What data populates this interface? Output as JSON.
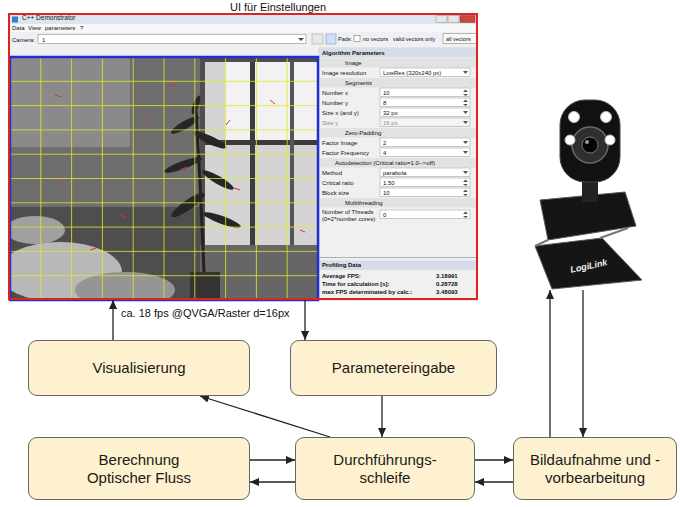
{
  "diagram": {
    "nodes": [
      {
        "text": [
          "UI für Einstellungen"
        ]
      },
      {
        "text": [
          "LogiLink"
        ]
      },
      {
        "text": [
          "Visualisierung"
        ]
      },
      {
        "text": [
          "Parametereingabe"
        ]
      },
      {
        "text": [
          "Berechnung Optischer Fluss"
        ]
      },
      {
        "text": [
          "Durchführungs- schleife"
        ]
      },
      {
        "text": [
          "Bildaufnahme und -vorbearbeitung"
        ]
      }
    ],
    "edges": [
      {
        "from": 2,
        "to": 0,
        "arrow": "to",
        "label": "ca. 18 fps @QVGA/Raster d=16px"
      },
      {
        "from": 0,
        "to": 3,
        "arrow": "to"
      },
      {
        "from": 3,
        "to": 5,
        "arrow": "to"
      },
      {
        "from": 5,
        "to": 2,
        "arrow": "to"
      },
      {
        "from": 4,
        "to": 5,
        "arrow": "to"
      },
      {
        "from": 5,
        "to": 4,
        "arrow": "to"
      },
      {
        "from": 5,
        "to": 6,
        "arrow": "to"
      },
      {
        "from": 6,
        "to": 5,
        "arrow": "to"
      },
      {
        "from": 6,
        "to": 1,
        "arrow": "to"
      },
      {
        "from": 1,
        "to": 6,
        "arrow": "to"
      }
    ],
    "labels": [
      "C++ Demonstrator",
      "Data",
      "View",
      "parameters",
      "?",
      "Camera:",
      "1",
      "Pads:",
      "no vectors",
      "valid vectors only",
      "all vectors",
      "Algorithm Parameters",
      "Image",
      "Image resolution",
      "LowRes (320x240 px)",
      "Segments",
      "Number x",
      "10",
      "Number y",
      "8",
      "Size x (and y)",
      "32 px",
      "Size y",
      "16 px",
      "Zero-Padding",
      "Factor Image",
      "2",
      "Factor Frequency",
      "4",
      "Autodetection (Critical ratio=1.0-->off)",
      "Method",
      "parabola",
      "Critical ratio",
      "1.50",
      "Block size",
      "10",
      "Multithreading",
      "Number of Threads (0=2*number cores)",
      "0",
      "Profiling Data",
      "Average FPS:",
      "3.18991",
      "Time for calculation [s]:",
      "0.28728",
      "max FPS determinated by calc.:",
      "3.48093"
    ]
  }
}
